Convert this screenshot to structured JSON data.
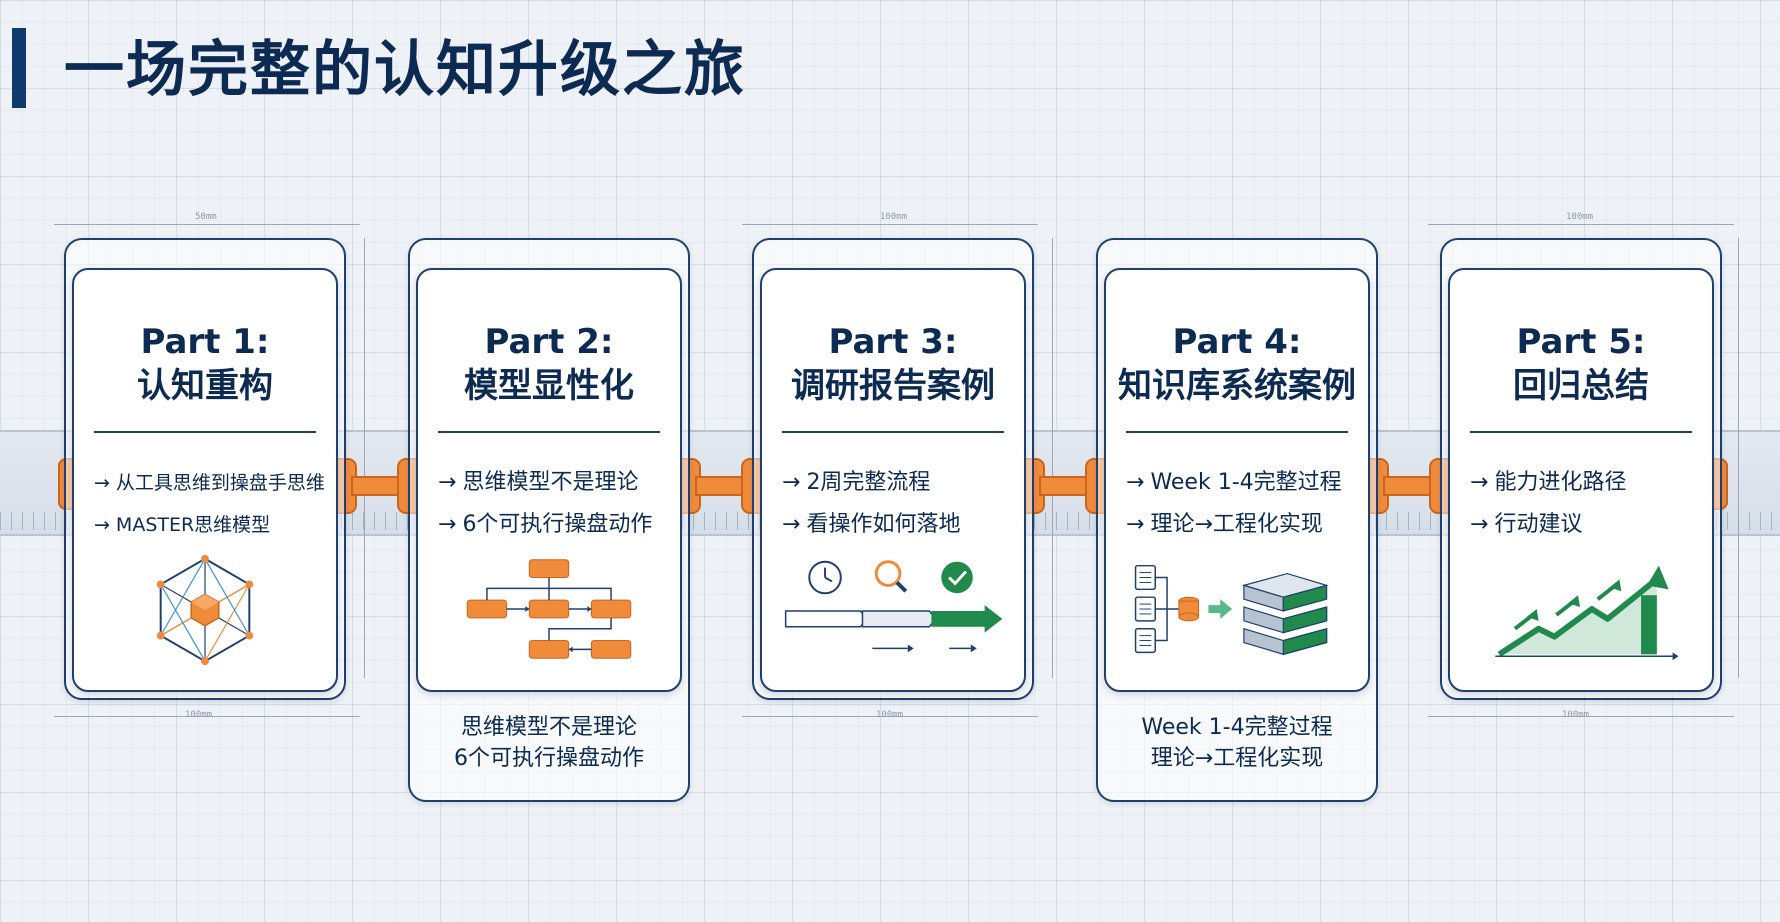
{
  "title": "一场完整的认知升级之旅",
  "dimension_labels": {
    "d1": "50mm",
    "d2": "100mm",
    "d3": "100mm",
    "b1": "100mm",
    "b3": "100mm",
    "b5": "100mm"
  },
  "parts": [
    {
      "line1": "Part 1:",
      "line2": "认知重构",
      "items": [
        "从工具思维到操盘手思维",
        "MASTER思维模型"
      ],
      "icon": "hexagon-network-icon"
    },
    {
      "line1": "Part 2:",
      "line2": "模型显性化",
      "items": [
        "思维模型不是理论",
        "6个可执行操盘动作"
      ],
      "icon": "flowchart-icon",
      "sub": [
        "思维模型不是理论",
        "6个可执行操盘动作"
      ]
    },
    {
      "line1": "Part 3:",
      "line2": "调研报告案例",
      "items": [
        "2周完整流程",
        "看操作如何落地"
      ],
      "icon": "process-timeline-icon"
    },
    {
      "line1": "Part 4:",
      "line2": "知识库系统案例",
      "items": [
        "Week 1-4完整过程",
        "理论→工程化实现"
      ],
      "icon": "database-stack-icon",
      "sub": [
        "Week 1-4完整过程",
        "理论→工程化实现"
      ]
    },
    {
      "line1": "Part 5:",
      "line2": "回归总结",
      "items": [
        "能力进化路径",
        "行动建议"
      ],
      "icon": "growth-chart-icon"
    }
  ],
  "colors": {
    "navy": "#0d2a52",
    "orange": "#f08b3c",
    "green": "#1f8a4c",
    "accent_blue": "#1f3f6e"
  }
}
